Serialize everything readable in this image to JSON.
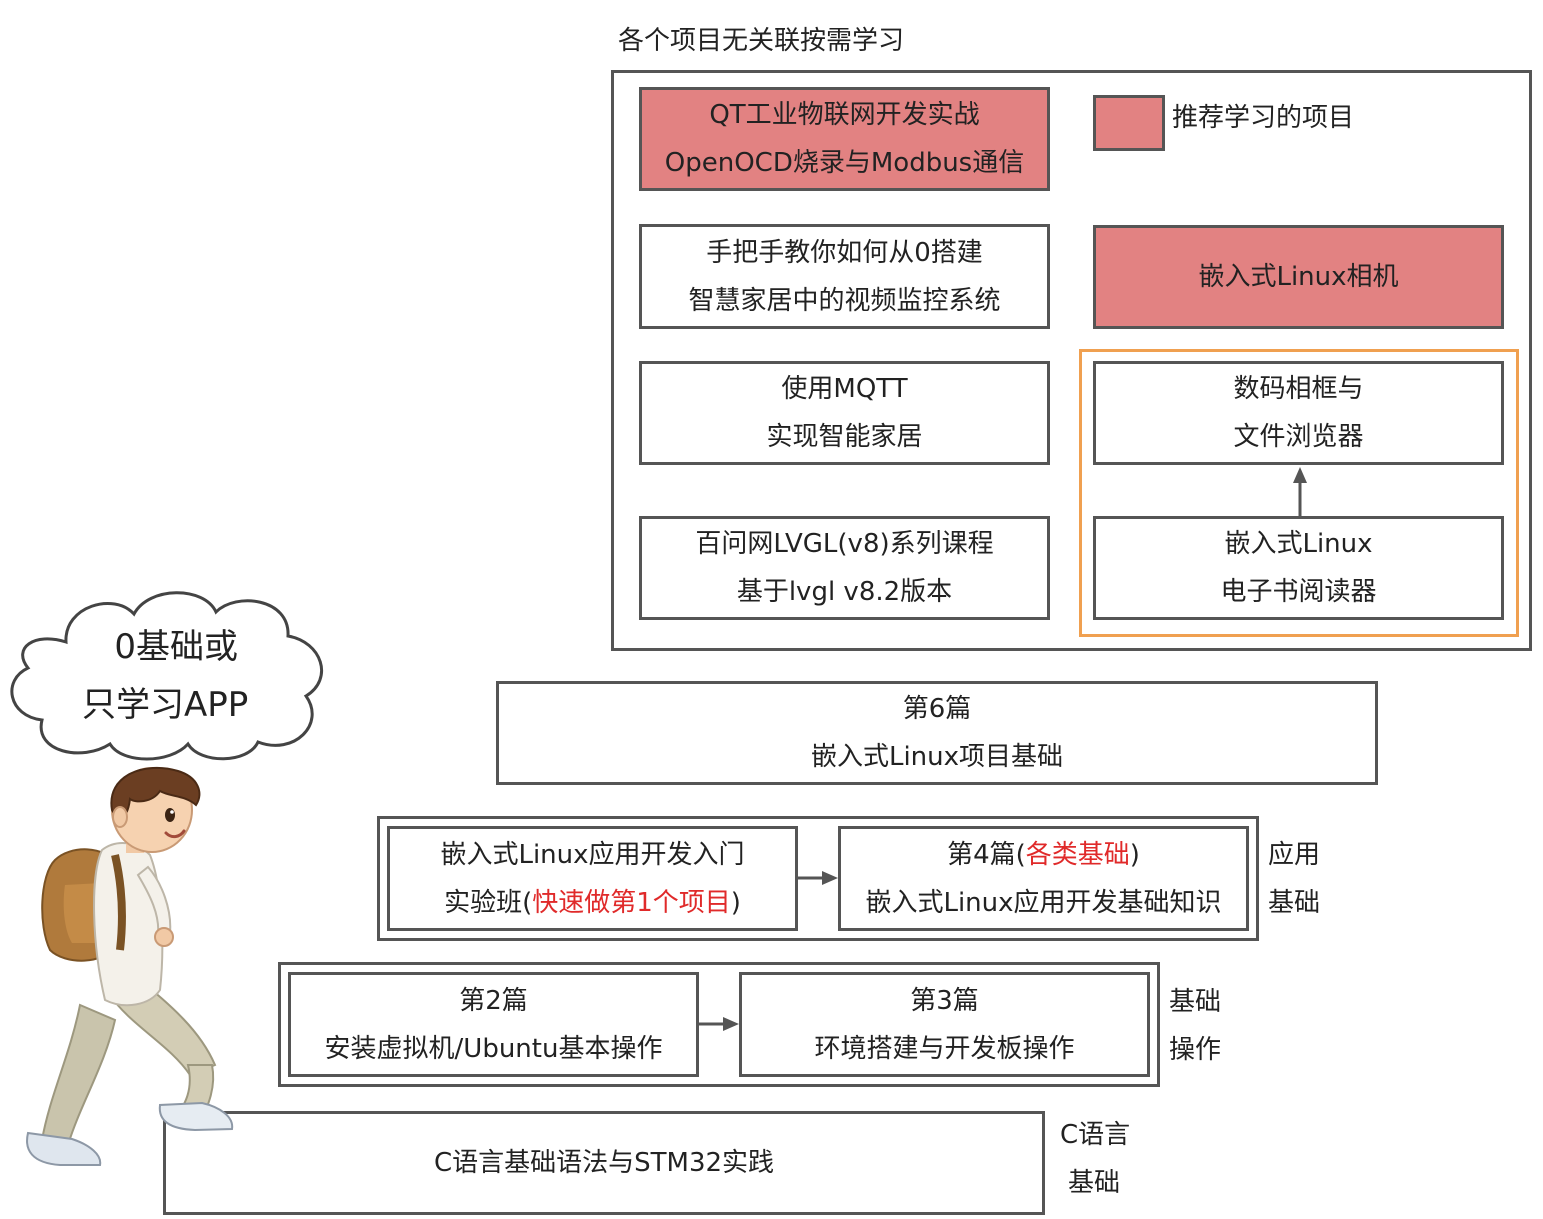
{
  "top_section": {
    "title": "各个项目无关联按需学习",
    "legend_label": "推荐学习的项目",
    "projects": {
      "qt": {
        "line1": "QT工业物联网开发实战",
        "line2": "OpenOCD烧录与Modbus通信"
      },
      "video": {
        "line1": "手把手教你如何从0搭建",
        "line2": "智慧家居中的视频监控系统"
      },
      "mqtt": {
        "line1": "使用MQTT",
        "line2": "实现智能家居"
      },
      "lvgl": {
        "line1": "百问网LVGL(v8)系列课程",
        "line2": "基于lvgl v8.2版本"
      },
      "camera": {
        "line1": "嵌入式Linux相机"
      },
      "photo_frame": {
        "line1": "数码相框与",
        "line2": "文件浏览器"
      },
      "ebook": {
        "line1": "嵌入式Linux",
        "line2": "电子书阅读器"
      }
    }
  },
  "part6": {
    "line1": "第6篇",
    "line2": "嵌入式Linux项目基础"
  },
  "app_layer": {
    "intro": {
      "line1": "嵌入式Linux应用开发入门",
      "line2_pre": "实验班(",
      "line2_red": "快速做第1个项目",
      "line2_post": ")"
    },
    "part4": {
      "line1_pre": "第4篇(",
      "line1_red": "各类基础",
      "line1_post": ")",
      "line2": "嵌入式Linux应用开发基础知识"
    },
    "side_label": {
      "line1": "应用",
      "line2": "基础"
    }
  },
  "basic_layer": {
    "part2": {
      "line1": "第2篇",
      "line2": "安装虚拟机/Ubuntu基本操作"
    },
    "part3": {
      "line1": "第3篇",
      "line2": "环境搭建与开发板操作"
    },
    "side_label": {
      "line1": "基础",
      "line2": "操作"
    }
  },
  "c_layer": {
    "box": "C语言基础语法与STM32实践",
    "side_label": {
      "line1": "C语言",
      "line2": "基础"
    }
  },
  "cloud": {
    "line1": "0基础或",
    "line2": "只学习APP"
  },
  "colors": {
    "recommended_fill": "#e28282",
    "border": "#555555",
    "highlight_frame": "#f0a050",
    "emphasis_text": "#e02a2a"
  }
}
